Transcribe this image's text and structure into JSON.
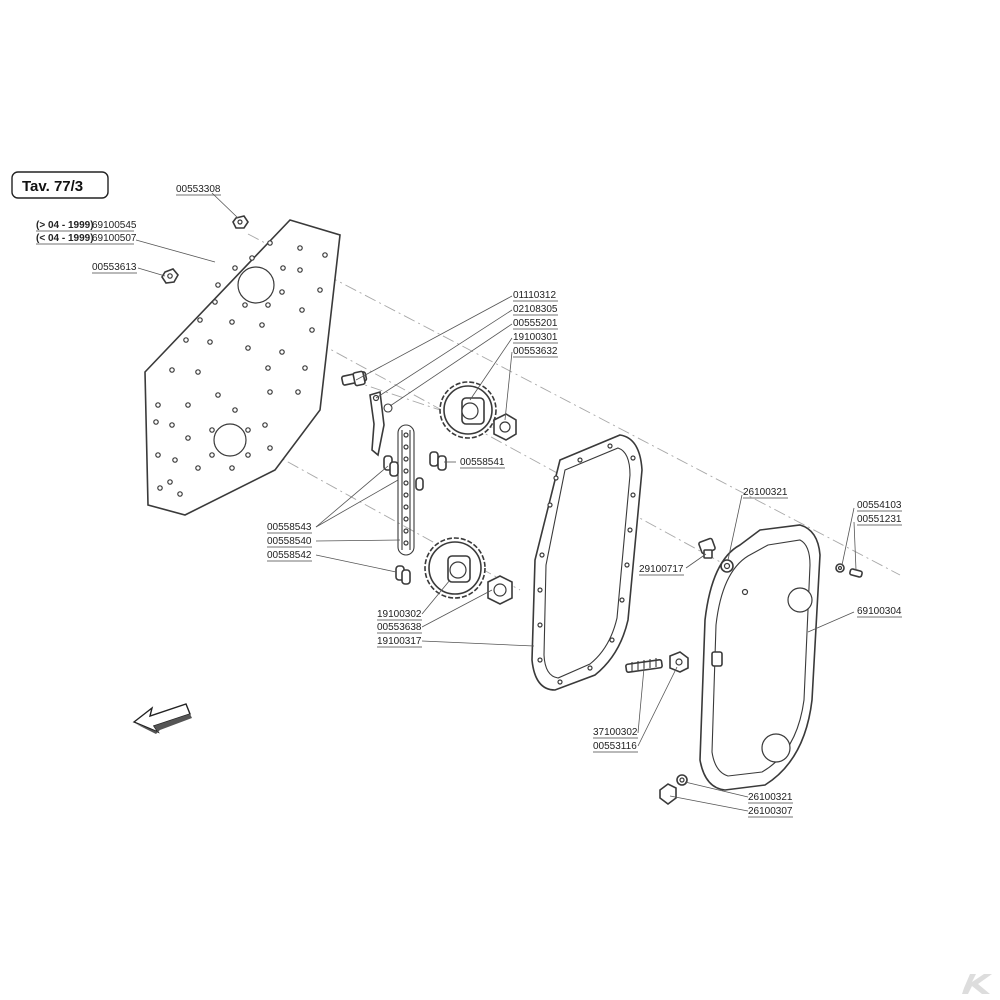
{
  "title": "Tav. 77/3",
  "labels": {
    "l_00553308": "00553308",
    "plate_new_date": "(> 04 - 1999)",
    "plate_new_code": "69100545",
    "plate_old_date": "(< 04 - 1999)",
    "plate_old_code": "69100507",
    "l_00553613": "00553613",
    "l_01110312": "01110312",
    "l_02108305": "02108305",
    "l_00555201": "00555201",
    "l_19100301": "19100301",
    "l_00553632": "00553632",
    "l_00558541": "00558541",
    "l_00558543": "00558543",
    "l_00558540": "00558540",
    "l_00558542": "00558542",
    "l_19100302": "19100302",
    "l_00553638": "00553638",
    "l_19100317": "19100317",
    "l_26100321_top": "26100321",
    "l_29100717": "29100717",
    "l_00554103": "00554103",
    "l_00551231": "00551231",
    "l_69100304": "69100304",
    "l_37100302": "37100302",
    "l_00553116": "00553116",
    "l_26100321_bottom": "26100321",
    "l_26100307": "26100307"
  },
  "icons": [
    "direction-arrow-icon",
    "watermark-logo-icon"
  ]
}
